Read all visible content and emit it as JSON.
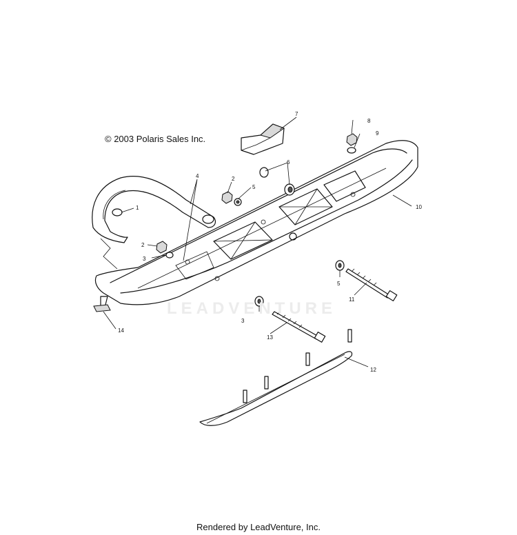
{
  "copyright": "© 2003 Polaris Sales Inc.",
  "watermark": "LEADVENTURE",
  "footer": "Rendered by LeadVenture, Inc.",
  "callouts": {
    "c1": "1",
    "c2a": "2",
    "c2b": "2",
    "c3a": "3",
    "c3b": "3",
    "c4": "4",
    "c5a": "5",
    "c5b": "5",
    "c6": "6",
    "c7": "7",
    "c8": "8",
    "c9": "9",
    "c10": "10",
    "c11": "11",
    "c12": "12",
    "c13": "13",
    "c14": "14"
  }
}
